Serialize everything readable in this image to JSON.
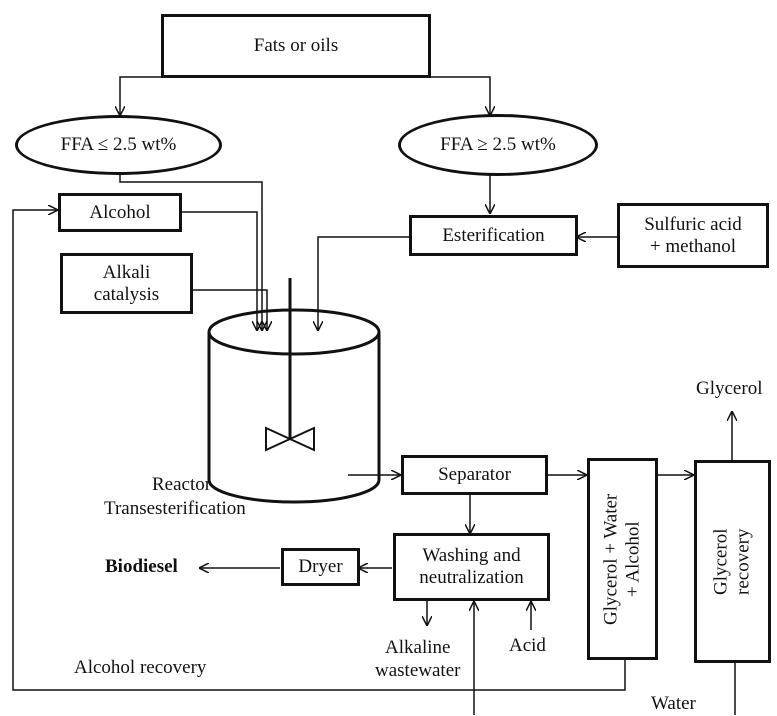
{
  "nodes": {
    "fats_oils": "Fats or oils",
    "ffa_low": "FFA ≤  2.5 wt%",
    "ffa_high": "FFA ≥ 2.5 wt%",
    "alcohol": "Alcohol",
    "alkali_catalysis": "Alkali\ncatalysis",
    "esterification": "Esterification",
    "sulfuric_acid": "Sulfuric acid\n+ methanol",
    "separator": "Separator",
    "washing": "Washing and\nneutralization",
    "dryer": "Dryer",
    "glycerol_water_alcohol": "Glycerol + Water\n+ Alcohol",
    "glycerol_recovery": "Glycerol\nrecovery"
  },
  "labels": {
    "reactor": "Reactor",
    "transesterification": "Transesterification",
    "biodiesel": "Biodiesel",
    "glycerol": "Glycerol",
    "alkaline_wastewater": "Alkaline\nwastewater",
    "acid": "Acid",
    "alcohol_recovery": "Alcohol recovery",
    "water": "Water"
  }
}
